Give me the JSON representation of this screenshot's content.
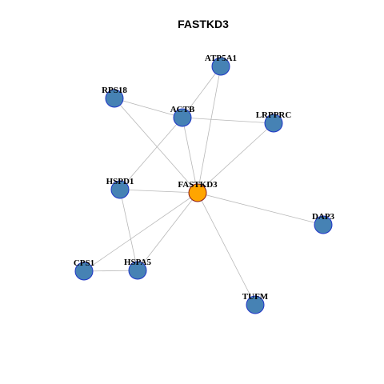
{
  "title": "FASTKD3",
  "colors": {
    "neighbor_fill": "#4682b4",
    "neighbor_stroke": "#1f35c8",
    "center_fill": "#ffa500",
    "center_stroke": "#8b1a1a",
    "edge": "#b8b8b8"
  },
  "nodes": [
    {
      "id": "fastkd3",
      "label": "FASTKD3",
      "role": "center"
    },
    {
      "id": "atp5a1",
      "label": "ATP5A1",
      "role": "neighbor"
    },
    {
      "id": "rps18",
      "label": "RPS18",
      "role": "neighbor"
    },
    {
      "id": "actb",
      "label": "ACTB",
      "role": "neighbor"
    },
    {
      "id": "lrpprc",
      "label": "LRPPRC",
      "role": "neighbor"
    },
    {
      "id": "hspd1",
      "label": "HSPD1",
      "role": "neighbor"
    },
    {
      "id": "dap3",
      "label": "DAP3",
      "role": "neighbor"
    },
    {
      "id": "cps1",
      "label": "CPS1",
      "role": "neighbor"
    },
    {
      "id": "hspa5",
      "label": "HSPA5",
      "role": "neighbor"
    },
    {
      "id": "tufm",
      "label": "TUFM",
      "role": "neighbor"
    }
  ],
  "edges": [
    [
      "fastkd3",
      "atp5a1"
    ],
    [
      "fastkd3",
      "rps18"
    ],
    [
      "fastkd3",
      "actb"
    ],
    [
      "fastkd3",
      "lrpprc"
    ],
    [
      "fastkd3",
      "hspd1"
    ],
    [
      "fastkd3",
      "dap3"
    ],
    [
      "fastkd3",
      "cps1"
    ],
    [
      "fastkd3",
      "hspa5"
    ],
    [
      "fastkd3",
      "tufm"
    ],
    [
      "atp5a1",
      "actb"
    ],
    [
      "rps18",
      "actb"
    ],
    [
      "actb",
      "lrpprc"
    ],
    [
      "actb",
      "hspd1"
    ],
    [
      "hspd1",
      "hspa5"
    ],
    [
      "cps1",
      "hspa5"
    ]
  ]
}
